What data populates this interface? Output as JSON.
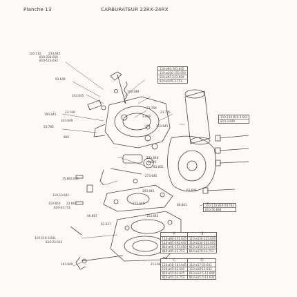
{
  "header": {
    "plate": "Planche 13",
    "title": "CARBURATEUR 22RX-24RX"
  },
  "callouts": {
    "top_left": [
      "110-110",
      "233.645",
      "810-233.650",
      "810-123.633"
    ],
    "c93649": "93.649",
    "c103649": "103.649",
    "c243645": "243.645",
    "c193645": "193.645",
    "c23769a": "23.769",
    "c333649": "333.649",
    "c53785": "53.785",
    "c860": "860",
    "c23769b": "23.769",
    "c23705": "23.705",
    "c3649": "3.649",
    "c213645": "213.645",
    "c333648": "333.648",
    "c15863645": "15.863.645",
    "c3649b": "3.649",
    "c83001": "83.001",
    "c273645": "273.645",
    "c110_13641": "110-13.641",
    "c110_650": "110-650",
    "c23662": "23.662",
    "c810_63751": "810-63.751",
    "c60867": "60.867",
    "c273649": "273.649",
    "c203645": "203.645",
    "c60801": "60.801",
    "c63645": "63.645",
    "c113645": "113.645",
    "c63037": "63.037",
    "c110_3641": "110-110-3.641",
    "c810_23633": "810-23.633",
    "c213649": "213.649",
    "c193649": "193.649"
  },
  "boxes": {
    "top_right": [
      "110-ø90-283.645",
      "110-ø100-153.650",
      "810-ø95-143.650",
      "810-ø105-3.753"
    ],
    "right_mid": [
      "110-110",
      "810-3.642",
      "810-3.649"
    ],
    "right_low": [
      "110-110",
      "810-50.743",
      "810-50.884"
    ]
  },
  "table1": {
    "headers": [
      "Ⓐ",
      "Ⓑ"
    ],
    "rows": [
      [
        "110-ø80-253.645",
        "110-ø150-223.649"
      ],
      [
        "110-ø85-293.645",
        "110-ø130-143.650"
      ],
      [
        "810-ø90-153.650",
        "810-ø150-223.649"
      ],
      [
        "810-ø95-23.753",
        "810-ø170-33.753"
      ]
    ]
  },
  "table2": {
    "headers": [
      "Ⓒ",
      "Ⓓ"
    ],
    "rows": [
      [
        "110-ø50-163.645",
        "110-ø17-23.641"
      ],
      [
        "110-ø45-63.645",
        "110-ø18-13.642"
      ],
      [
        "810-ø55-83.645",
        "810-ø14.5-13.649"
      ],
      [
        "810-ø55-33.753",
        "810-ø15.5-13.633"
      ]
    ]
  }
}
